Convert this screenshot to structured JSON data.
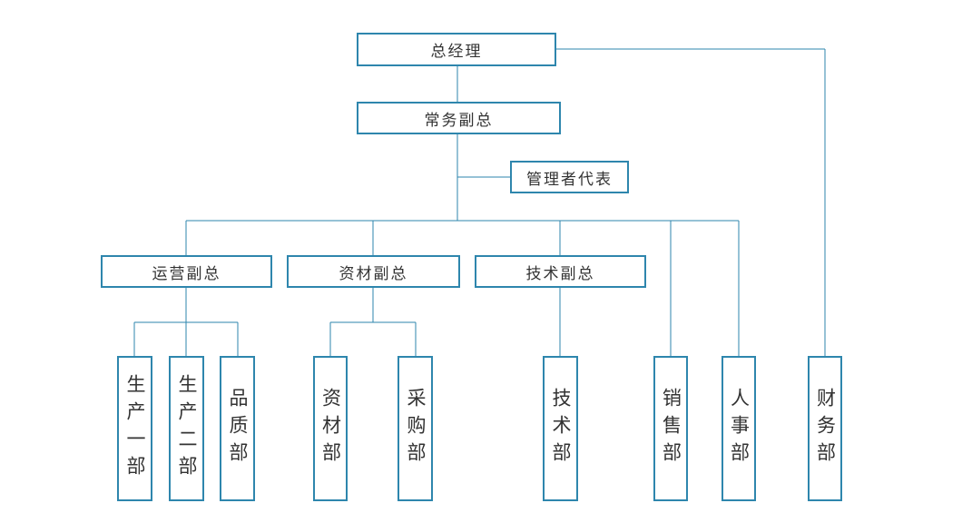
{
  "colors": {
    "line": "#2e86ad",
    "text": "#333333",
    "background": "#ffffff"
  },
  "nodes": {
    "general_manager": {
      "label": "总经理"
    },
    "executive_vp": {
      "label": "常务副总"
    },
    "management_rep": {
      "label": "管理者代表"
    },
    "operations_vp": {
      "label": "运营副总"
    },
    "materials_vp": {
      "label": "资材副总"
    },
    "technical_vp": {
      "label": "技术副总"
    },
    "production_dept_1": {
      "label": "生产一部"
    },
    "production_dept_2": {
      "label": "生产二部"
    },
    "quality_dept": {
      "label": "品质部"
    },
    "materials_dept": {
      "label": "资材部"
    },
    "purchasing_dept": {
      "label": "采购部"
    },
    "technology_dept": {
      "label": "技术部"
    },
    "sales_dept": {
      "label": "销售部"
    },
    "hr_dept": {
      "label": "人事部"
    },
    "finance_dept": {
      "label": "财务部"
    }
  },
  "edges": [
    [
      "总经理",
      "常务副总"
    ],
    [
      "总经理",
      "财务部"
    ],
    [
      "常务副总",
      "管理者代表"
    ],
    [
      "常务副总",
      "运营副总"
    ],
    [
      "常务副总",
      "资材副总"
    ],
    [
      "常务副总",
      "技术副总"
    ],
    [
      "常务副总",
      "销售部"
    ],
    [
      "常务副总",
      "人事部"
    ],
    [
      "运营副总",
      "生产一部"
    ],
    [
      "运营副总",
      "生产二部"
    ],
    [
      "运营副总",
      "品质部"
    ],
    [
      "资材副总",
      "资材部"
    ],
    [
      "资材副总",
      "采购部"
    ],
    [
      "技术副总",
      "技术部"
    ]
  ]
}
